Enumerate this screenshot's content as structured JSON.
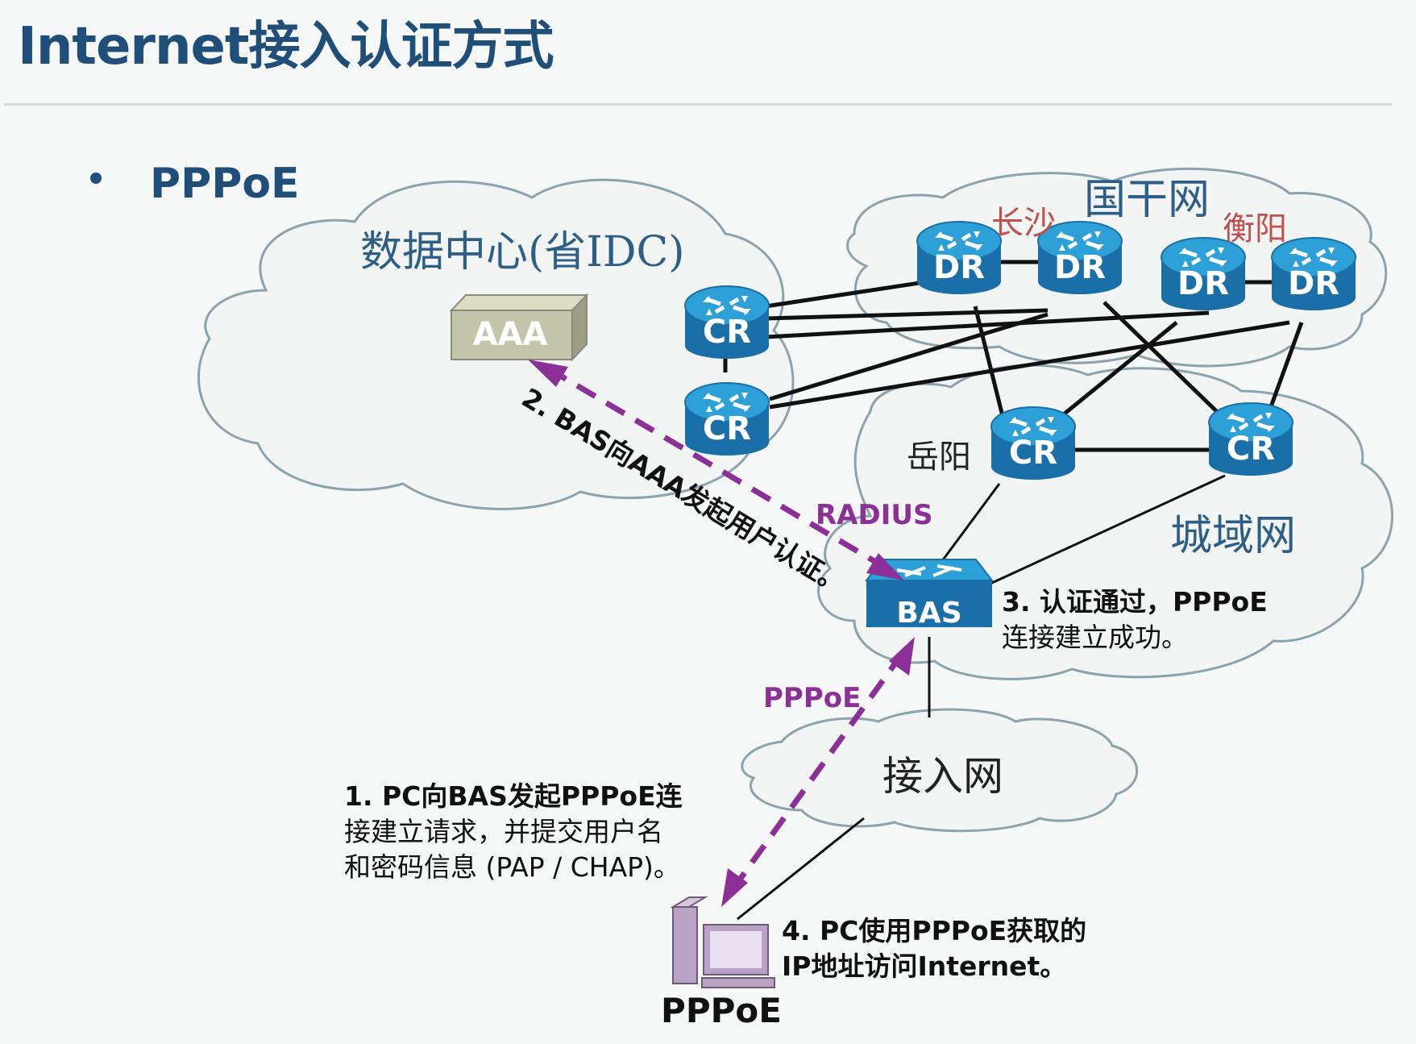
{
  "title": "Internet接入认证方式",
  "bullet": "PPPoE",
  "clouds": {
    "idc": "数据中心(省IDC)",
    "backbone": "国干网",
    "metro": "城域网",
    "access": "接入网"
  },
  "city_labels": {
    "changsha": "长沙",
    "hengyang": "衡阳",
    "yueyang": "岳阳"
  },
  "devices": {
    "aaa": "AAA",
    "cr": "CR",
    "dr": "DR",
    "bas": "BAS",
    "pc": "PPPoE"
  },
  "protocol_labels": {
    "radius": "RADIUS",
    "pppoe": "PPPoE"
  },
  "steps": {
    "step1": [
      "1.  PC向BAS发起PPPoE连",
      "接建立请求，并提交用户名",
      "和密码信息 (PAP / CHAP)。"
    ],
    "step2": "2.  BAS向AAA发起用户认证。",
    "step3": [
      "3.  认证通过，PPPoE",
      "连接建立成功。"
    ],
    "step4": [
      "4.  PC使用PPPoE获取的",
      "IP地址访问Internet。"
    ]
  },
  "colors": {
    "title": "#1f4e79",
    "accent_purple": "#8c2f97",
    "router_blue": "#1a6fa8",
    "city_red": "#c0504d"
  }
}
